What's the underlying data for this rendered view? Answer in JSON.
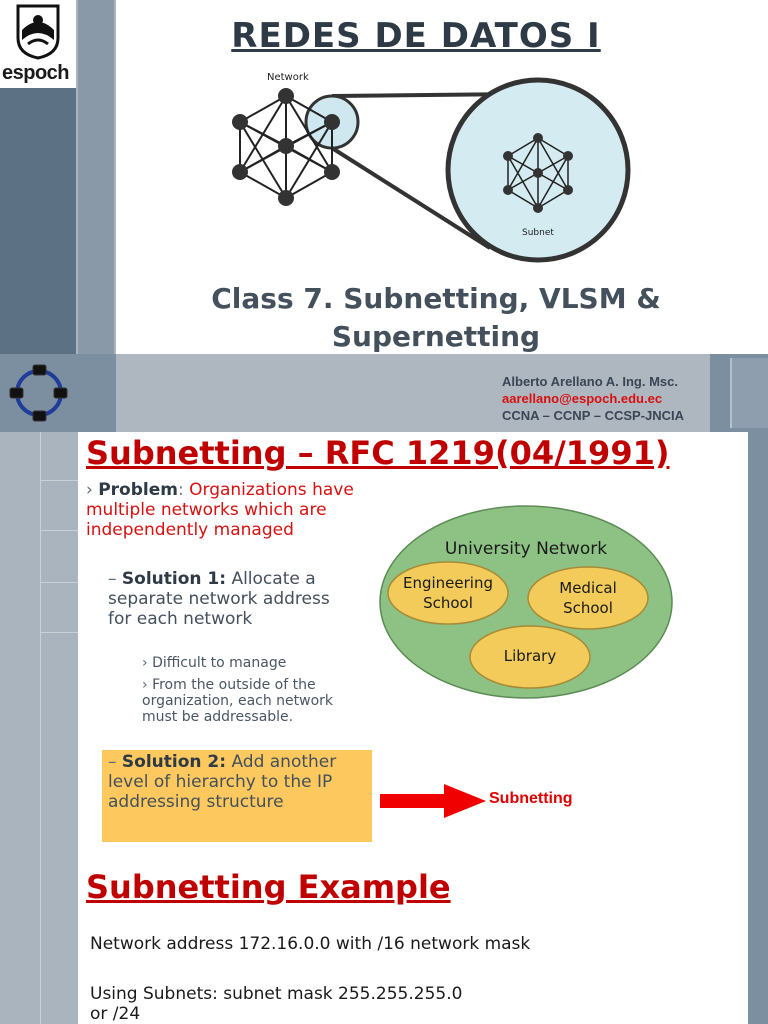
{
  "slide1": {
    "logo_text": "espoch",
    "title": "REDES DE DATOS I",
    "diagram": {
      "network_label": "Network",
      "subnet_label": "Subnet"
    },
    "class_title_line1": "Class 7. Subnetting, VLSM &",
    "class_title_line2": "Supernetting",
    "author": {
      "name": "Alberto Arellano A. Ing. Msc.",
      "email": "aarellano@espoch.edu.ec",
      "certs": "CCNA – CCNP – CCSP-JNCIA"
    }
  },
  "slide2": {
    "heading": "Subnetting – RFC 1219(04/1991)",
    "bullet_mark": "›",
    "problem_label": "Problem",
    "problem_colon": ":",
    "problem_text": " Organizations have multiple networks which are independently managed",
    "solution1_label": "Solution 1:",
    "solution1_text": " Allocate a separate network address for each network",
    "sub_bullets": [
      "Difficult to manage",
      "From the outside of the organization, each network must be addressable."
    ],
    "solution2_label": "Solution 2:",
    "solution2_text": " Add another level of hierarchy to the IP addressing structure",
    "arrow_label": "Subnetting",
    "venn": {
      "title": "University Network",
      "engineering_line1": "Engineering",
      "engineering_line2": "School",
      "medical_line1": "Medical",
      "medical_line2": "School",
      "library": "Library"
    },
    "colors": {
      "heading": "#c00000",
      "highlight_box": "#fdc95f",
      "venn_outer": "#8dc284",
      "venn_inner": "#f2cb5b"
    }
  },
  "slide3": {
    "heading": "Subnetting Example",
    "line1": "Network address 172.16.0.0 with /16 network mask",
    "line2": "Using Subnets: subnet mask 255.255.255.0",
    "line3": "or /24"
  }
}
